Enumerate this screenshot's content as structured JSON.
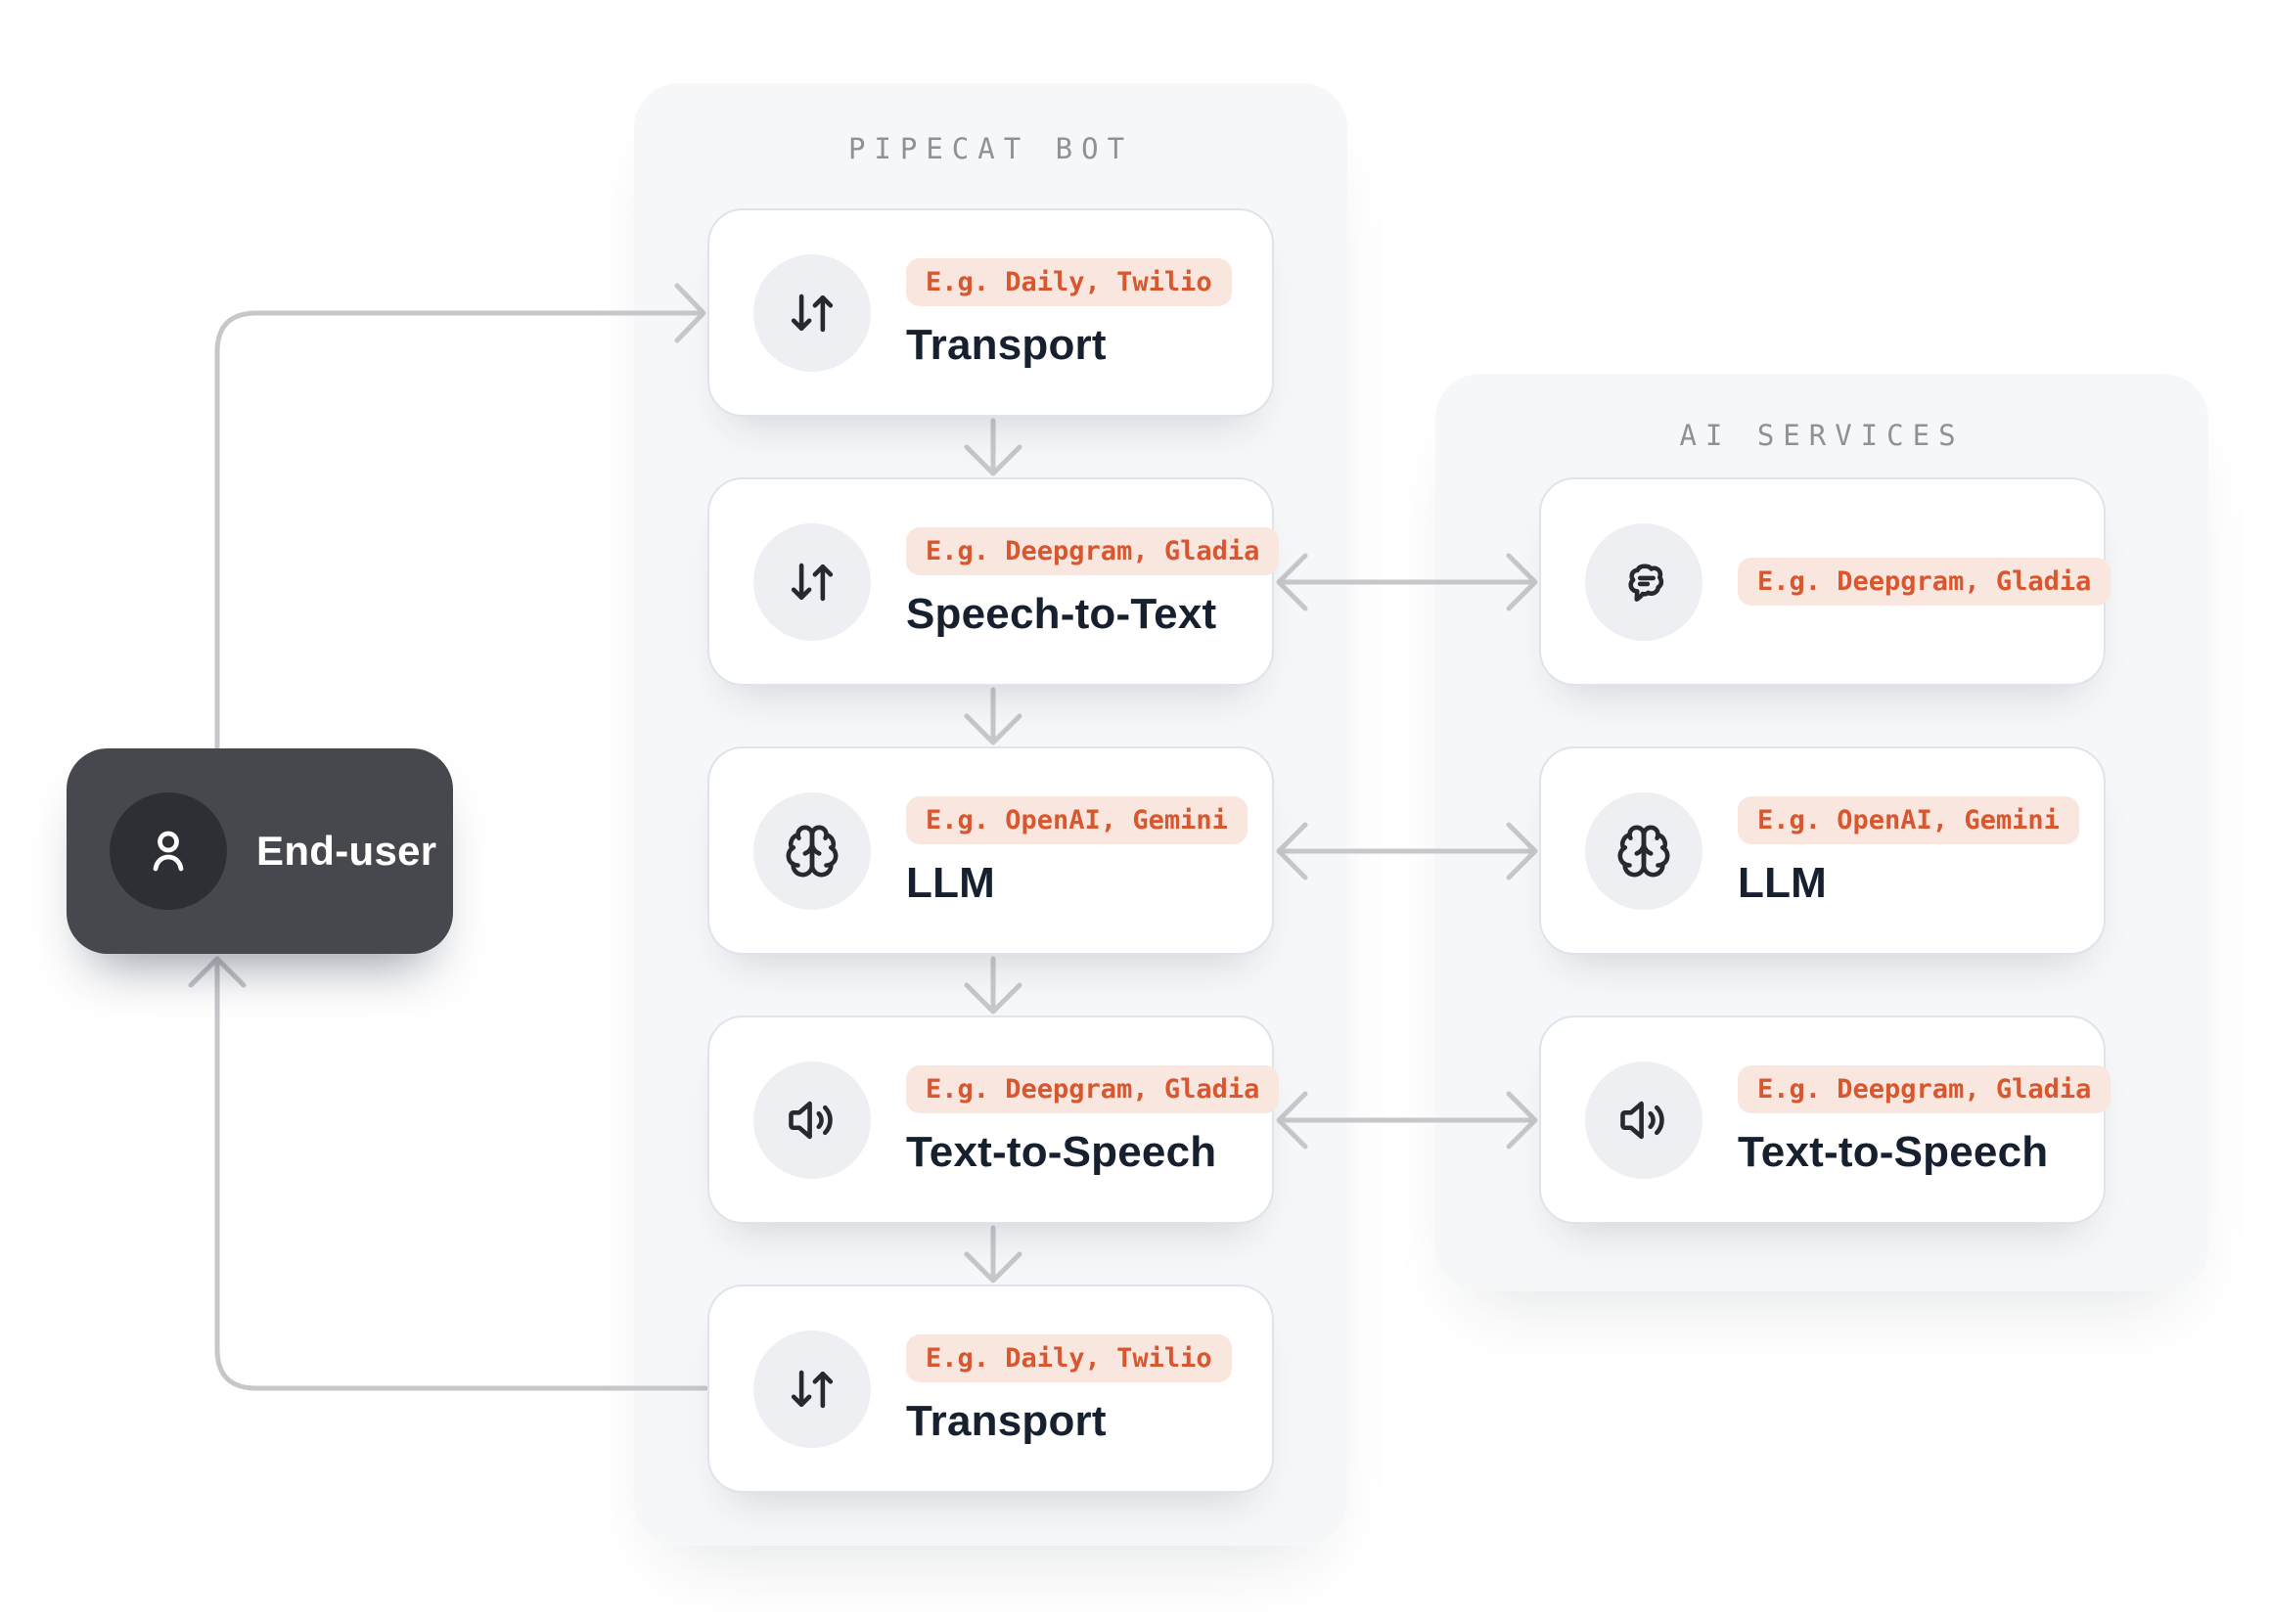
{
  "end_user": {
    "label": "End-user",
    "icon": "user-icon"
  },
  "pipecat_panel": {
    "title": "PIPECAT BOT",
    "cards": [
      {
        "icon": "transport-arrows-icon",
        "badge": "E.g. Daily, Twilio",
        "title": "Transport"
      },
      {
        "icon": "transport-arrows-icon",
        "badge": "E.g. Deepgram, Gladia",
        "title": "Speech-to-Text"
      },
      {
        "icon": "brain-icon",
        "badge": "E.g. OpenAI, Gemini",
        "title": "LLM"
      },
      {
        "icon": "speaker-icon",
        "badge": "E.g. Deepgram, Gladia",
        "title": "Text-to-Speech"
      },
      {
        "icon": "transport-arrows-icon",
        "badge": "E.g. Daily, Twilio",
        "title": "Transport"
      }
    ]
  },
  "ai_panel": {
    "title": "AI SERVICES",
    "cards": [
      {
        "icon": "chat-bubble-icon",
        "badge": "E.g. Deepgram, Gladia",
        "title": ""
      },
      {
        "icon": "brain-icon",
        "badge": "E.g. OpenAI, Gemini",
        "title": "LLM"
      },
      {
        "icon": "speaker-icon",
        "badge": "E.g. Deepgram, Gladia",
        "title": "Text-to-Speech"
      }
    ]
  },
  "connections": [
    {
      "from": "End-user",
      "to": "Transport (in)",
      "bidirectional": false
    },
    {
      "from": "Transport (in)",
      "to": "Speech-to-Text",
      "bidirectional": false
    },
    {
      "from": "Speech-to-Text",
      "to": "LLM",
      "bidirectional": false
    },
    {
      "from": "LLM",
      "to": "Text-to-Speech",
      "bidirectional": false
    },
    {
      "from": "Text-to-Speech",
      "to": "Transport (out)",
      "bidirectional": false
    },
    {
      "from": "Transport (out)",
      "to": "End-user",
      "bidirectional": false
    },
    {
      "from": "Speech-to-Text",
      "to": "AI Speech-to-Text service",
      "bidirectional": true
    },
    {
      "from": "LLM",
      "to": "AI LLM service",
      "bidirectional": true
    },
    {
      "from": "Text-to-Speech",
      "to": "AI Text-to-Speech service",
      "bidirectional": true
    }
  ],
  "colors": {
    "page_bg": "#ffffff",
    "panel_bg": "#f6f7f8",
    "panel_title_text": "#8e9298",
    "card_bg": "#ffffff",
    "card_border": "#dee3ec",
    "card_title_text": "#16202e",
    "icon_circle_bg": "#edeff2",
    "badge_text": "#d8572f",
    "badge_bg": "#f9e7df",
    "arrow": "#c6c7cb",
    "end_user_bg": "#46484d",
    "end_user_circle_bg": "#2d2f34",
    "end_user_text": "#ffffff"
  }
}
